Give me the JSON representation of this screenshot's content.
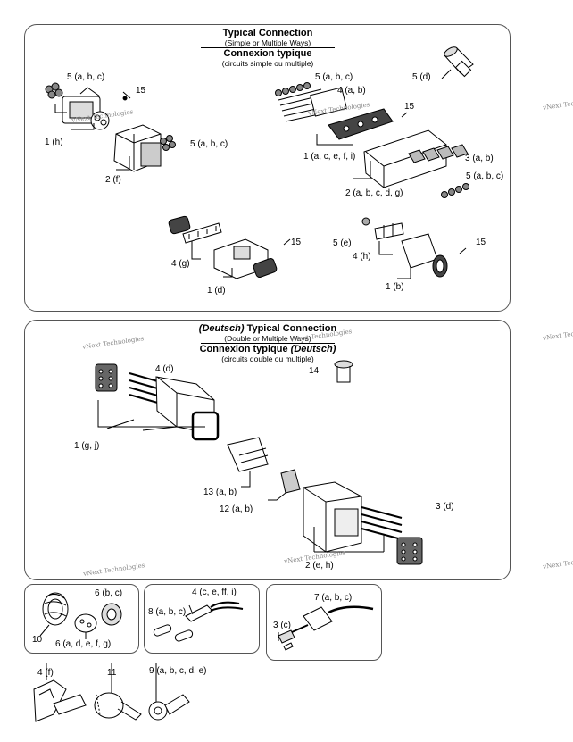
{
  "panel1": {
    "title_en": "Typical Connection",
    "sub_en": "(Simple or Multiple Ways)",
    "title_fr": "Connexion typique",
    "sub_fr": "(circuits simple ou multiple)",
    "labels": [
      "5 (a, b, c)",
      "15",
      "1 (h)",
      "2 (f)",
      "5 (a, b, c)",
      "5 (a, b, c)",
      "4 (a, b)",
      "15",
      "1 (a, c, e, f, i)",
      "2 (a, b, c, d, g)",
      "3 (a, b)",
      "5 (a, b, c)",
      "5 (d)",
      "4 (g)",
      "1 (d)",
      "15",
      "5 (e)",
      "4 (h)",
      "1 (b)",
      "15"
    ]
  },
  "panel2": {
    "title_brand": "(Deutsch)",
    "title_en": " Typical Connection",
    "sub_en": "(Double or Multiple Ways)",
    "title_fr": "Connexion typique ",
    "title_fr_brand": "(Deutsch)",
    "sub_fr": "(circuits double ou multiple)",
    "labels": [
      "4 (d)",
      "14",
      "1 (g, j)",
      "13 (a, b)",
      "12  (a, b)",
      "3 (d)",
      "2 (e, h)"
    ]
  },
  "panel3": {
    "labels": [
      "6 (b, c)",
      "10",
      "6 (a, d, e, f, g)"
    ]
  },
  "panel4": {
    "labels": [
      "4 (c, e, ff, i)",
      "8 (a, b, c)"
    ]
  },
  "panel5": {
    "labels": [
      "7 (a, b, c)",
      "3 (c)"
    ]
  },
  "loose": {
    "labels": [
      "4 (f)",
      "11",
      "9 (a, b, c, d, e)"
    ]
  },
  "watermark": "vNext Technologies"
}
